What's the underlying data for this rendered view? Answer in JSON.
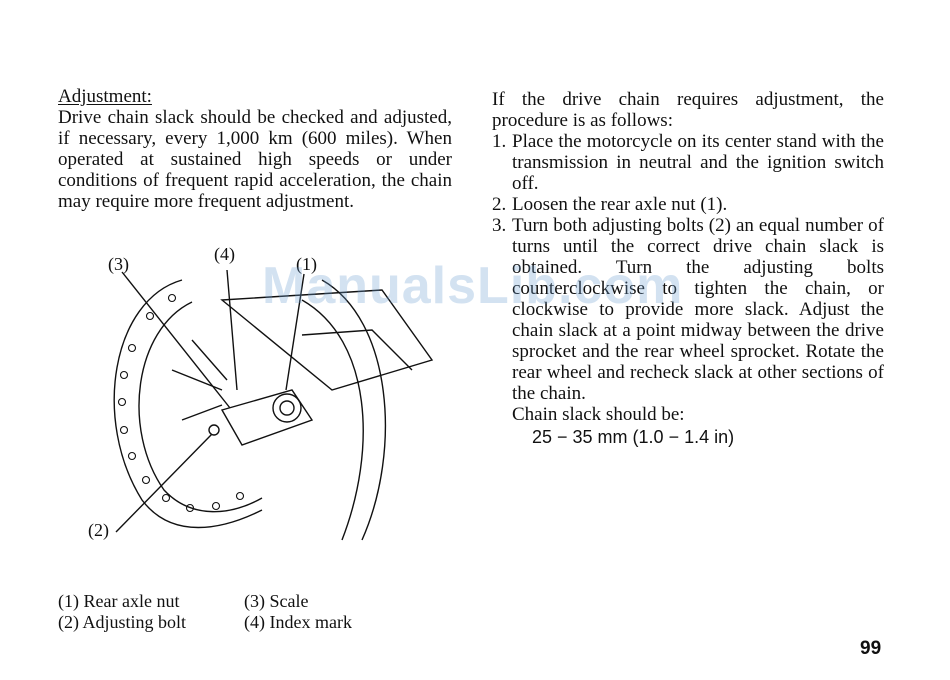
{
  "left": {
    "heading": "Adjustment:",
    "paragraph": "Drive chain slack should be checked and adjusted, if necessary, every 1,000 km (600 miles). When operated at sustained high speeds or under conditions of frequent rapid acceleration, the chain may require more frequent adjustment."
  },
  "figure": {
    "callouts": [
      "(3)",
      "(4)",
      "(1)",
      "(2)"
    ]
  },
  "caption": {
    "items": [
      "(1) Rear axle nut",
      "(3) Scale",
      "(2) Adjusting bolt",
      "(4) Index mark"
    ]
  },
  "right": {
    "intro": "If the drive chain requires adjustment, the procedure is as follows:",
    "steps": [
      {
        "num": "1.",
        "text": "Place the motorcycle on its center stand with the transmission in neutral and the ignition switch off."
      },
      {
        "num": "2.",
        "text": "Loosen the rear axle nut (1)."
      },
      {
        "num": "3.",
        "text": "Turn both adjusting bolts (2) an equal number of turns until the correct drive chain slack is obtained. Turn the adjusting bolts counterclockwise to tighten the chain, or clockwise to provide more slack. Adjust the chain slack at a point midway between the drive sprocket and the rear wheel sprocket. Rotate the rear wheel and recheck slack at other sections of the chain."
      }
    ],
    "slack_label": "Chain slack should be:",
    "slack_value": "25 − 35 mm (1.0 − 1.4 in)"
  },
  "page_number": "99",
  "watermark": "ManualsLib.com"
}
